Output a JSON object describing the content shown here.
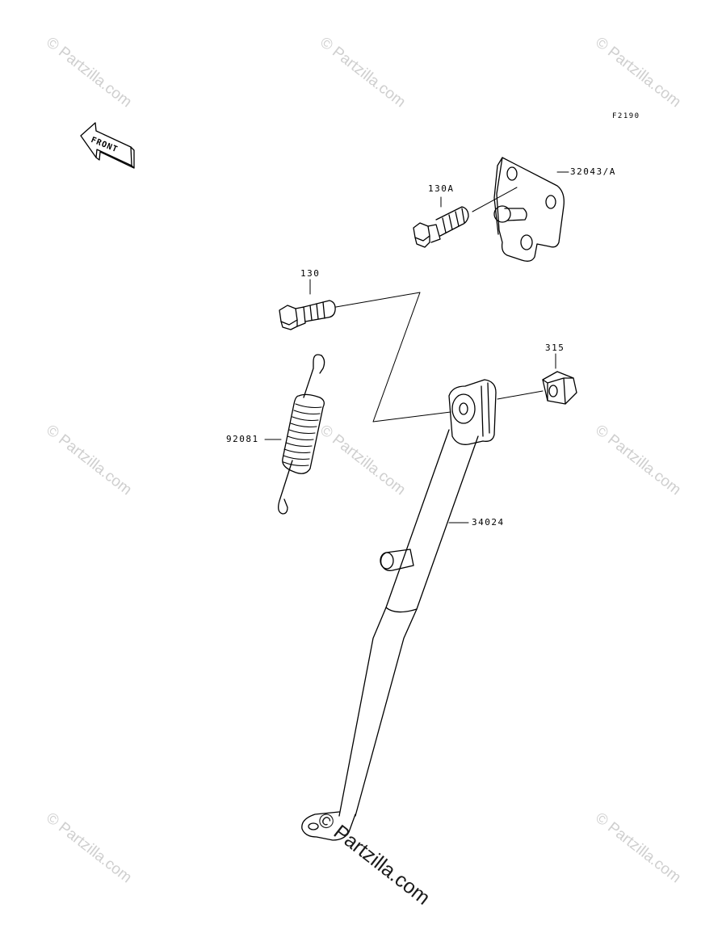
{
  "figure_code": "F2190",
  "front_label": "FRONT",
  "watermark": "© Partzilla.com",
  "parts": [
    {
      "id": "32043/A",
      "name": "mounting-bracket"
    },
    {
      "id": "130A",
      "name": "bracket-bolt"
    },
    {
      "id": "130",
      "name": "pivot-bolt"
    },
    {
      "id": "315",
      "name": "pivot-nut"
    },
    {
      "id": "92081",
      "name": "return-spring"
    },
    {
      "id": "34024",
      "name": "side-stand"
    }
  ]
}
